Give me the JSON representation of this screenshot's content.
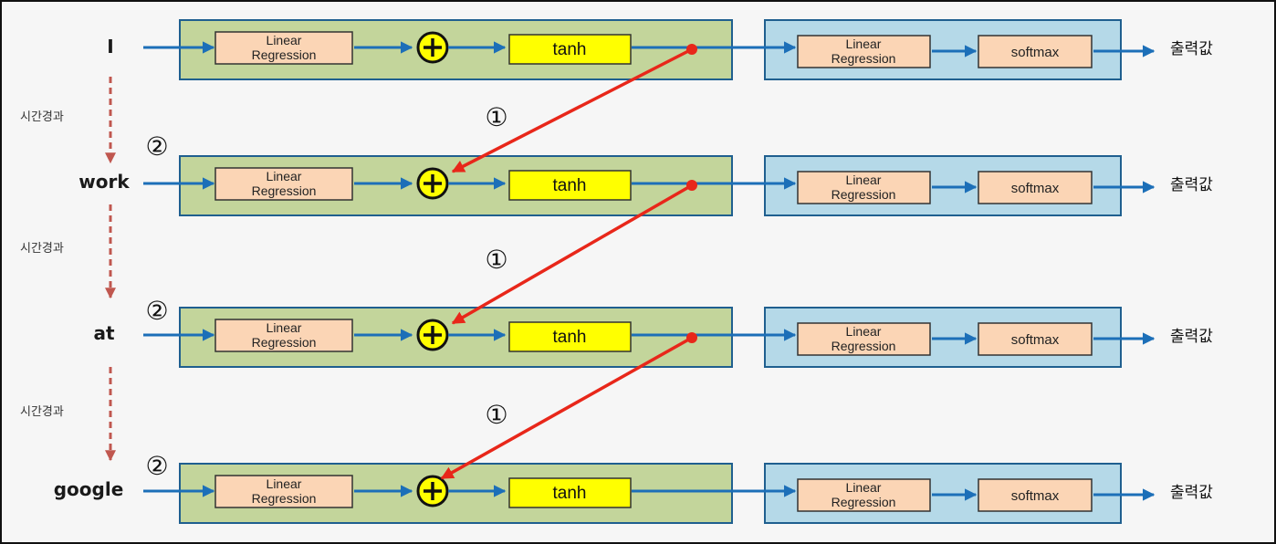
{
  "rows": [
    {
      "word": "I",
      "input_box": {
        "label_line1": "Linear",
        "label_line2": "Regression"
      },
      "tanh_label": "tanh",
      "output_linear": {
        "label_line1": "Linear",
        "label_line2": "Regression"
      },
      "softmax_label": "softmax",
      "output_label": "출력값"
    },
    {
      "word": "work",
      "input_box": {
        "label_line1": "Linear",
        "label_line2": "Regression"
      },
      "tanh_label": "tanh",
      "output_linear": {
        "label_line1": "Linear",
        "label_line2": "Regression"
      },
      "softmax_label": "softmax",
      "output_label": "출력값"
    },
    {
      "word": "at",
      "input_box": {
        "label_line1": "Linear",
        "label_line2": "Regression"
      },
      "tanh_label": "tanh",
      "output_linear": {
        "label_line1": "Linear",
        "label_line2": "Regression"
      },
      "softmax_label": "softmax",
      "output_label": "출력값"
    },
    {
      "word": "google",
      "input_box": {
        "label_line1": "Linear",
        "label_line2": "Regression"
      },
      "tanh_label": "tanh",
      "output_linear": {
        "label_line1": "Linear",
        "label_line2": "Regression"
      },
      "softmax_label": "softmax",
      "output_label": "출력값"
    }
  ],
  "time_labels": [
    "시간경과",
    "시간경과",
    "시간경과"
  ],
  "step_markers": {
    "hidden_transfer": "①",
    "add_previous": "②"
  },
  "colors": {
    "hidden_panel": "#c3d59b",
    "output_panel": "#b5d9e8",
    "linear_box": "#fbd5b5",
    "tanh_box": "#ffff00",
    "plus_circle": "#ffff00",
    "flow_arrow": "#1c6fb8",
    "recurrent_arrow": "#e8271a",
    "time_arrow": "#c0574f"
  }
}
